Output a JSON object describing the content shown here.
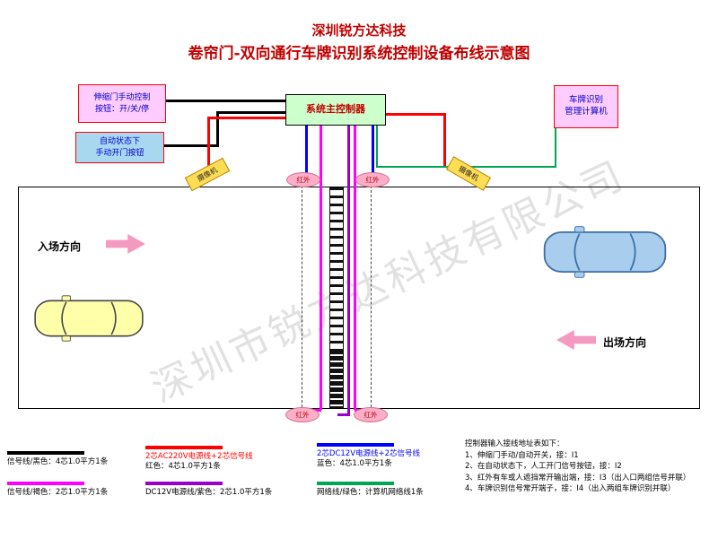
{
  "title": "深圳锐方达科技",
  "subtitle": "卷帘门-双向通行车牌识别系统控制设备布线示意图",
  "watermark": "深圳市锐方达科技有限公司",
  "devices": {
    "manual_control_button": {
      "line1": "伸缩门手动控制",
      "line2": "按钮：开/关/停"
    },
    "auto_open_button": {
      "line1": "自动状态下",
      "line2": "手动开门按钮"
    },
    "main_controller": {
      "label": "系统主控制器"
    },
    "plate_computer": {
      "line1": "车牌识别",
      "line2": "管理计算机"
    },
    "camera_left": {
      "label": "摄像机"
    },
    "camera_right": {
      "label": "摄像机"
    },
    "infrared_label": "红外"
  },
  "directions": {
    "entry": "入场方向",
    "exit": "出场方向"
  },
  "legend": [
    {
      "name": "signal-black",
      "color": "#000000",
      "line1": "信号线/黑色：4芯1.0平方1条",
      "line2": ""
    },
    {
      "name": "power-red",
      "color": "#ff0000",
      "line1": "2芯AC220V电源线+2芯信号线",
      "line2": "红色：4芯1.0平方1条"
    },
    {
      "name": "power-blue",
      "color": "#0000ff",
      "line1": "2芯DC12V电源线+2芯信号线",
      "line2": "蓝色：4芯1.0平方1条"
    },
    {
      "name": "signal-magenta",
      "color": "#ff00ff",
      "line1": "信号线/褐色：2芯1.0平方1条",
      "line2": ""
    },
    {
      "name": "power-purple",
      "color": "#9900cc",
      "line1": "DC12V电源线/紫色：2芯1.0平方1条",
      "line2": ""
    },
    {
      "name": "network-green",
      "color": "#00a651",
      "line1": "网络线/绿色：计算机网络线1条",
      "line2": ""
    }
  ],
  "notes": {
    "title": "控制器输入接线地址表如下：",
    "items": [
      "1、伸缩门手动/自动开关，接：I1",
      "2、在自动状态下，人工开门信号按钮，接：I2",
      "3、红外有车或人遮挡常开输出端，接：I3（出入口两组信号并联）",
      "4、车牌识别信号常开端子，接：I4（出入两组车牌识别并联）"
    ]
  },
  "colors": {
    "black_wire": "#000000",
    "red_wire": "#ff0000",
    "blue_wire": "#0000ff",
    "magenta_wire": "#ff00ff",
    "purple_wire": "#9900cc",
    "green_wire": "#00a651",
    "title_red": "#c00000",
    "box_pink": "#ffccff",
    "box_green": "#ccffcc",
    "box_blue": "#a8d8f0",
    "camera_yellow": "#ffdd55",
    "infrared_pink": "#ffaec9",
    "arrow_pink": "#f49ac1",
    "car_yellow": "#ffffaa",
    "car_blue": "#a9cdec"
  }
}
